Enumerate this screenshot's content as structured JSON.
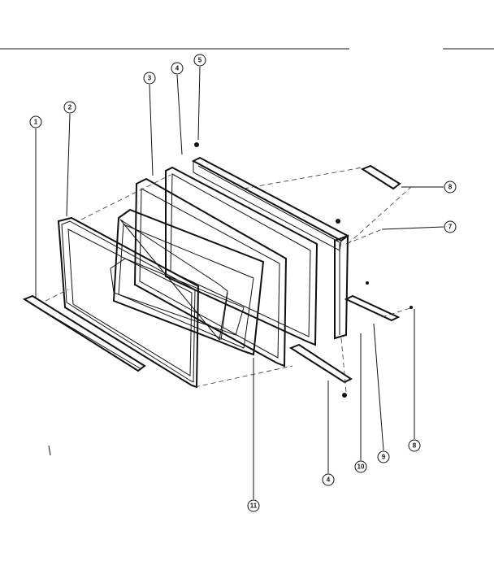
{
  "callouts": [
    {
      "id": "c1",
      "label": "1"
    },
    {
      "id": "c2",
      "label": "2"
    },
    {
      "id": "c3",
      "label": "3"
    },
    {
      "id": "c4",
      "label": "4"
    },
    {
      "id": "c5",
      "label": "5"
    },
    {
      "id": "c7",
      "label": "7"
    },
    {
      "id": "c8",
      "label": "8"
    },
    {
      "id": "c8b",
      "label": "8"
    },
    {
      "id": "c4b",
      "label": "4"
    },
    {
      "id": "c10",
      "label": "10"
    },
    {
      "id": "c9",
      "label": "9"
    },
    {
      "id": "c11",
      "label": "11"
    }
  ]
}
